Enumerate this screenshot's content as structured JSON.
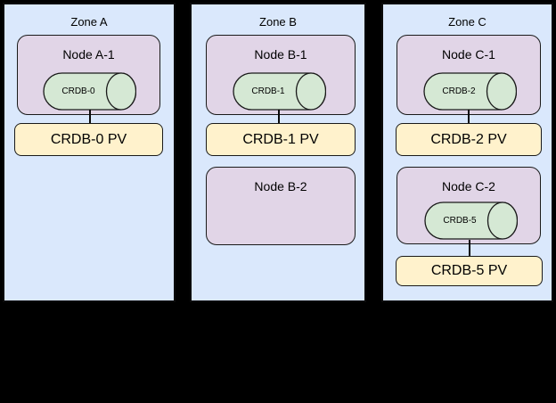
{
  "colors": {
    "background": "#000000",
    "zone_fill": "#dae8fc",
    "node_fill": "#e1d5e7",
    "db_fill": "#d5e8d4",
    "pv_fill": "#fff2cc",
    "stroke": "#000000"
  },
  "zones": [
    {
      "title": "Zone A",
      "node1": {
        "title": "Node A-1",
        "db": "CRDB-0"
      },
      "pv1": "CRDB-0 PV"
    },
    {
      "title": "Zone B",
      "node1": {
        "title": "Node B-1",
        "db": "CRDB-1"
      },
      "pv1": "CRDB-1 PV",
      "node2": {
        "title": "Node B-2"
      }
    },
    {
      "title": "Zone C",
      "node1": {
        "title": "Node C-1",
        "db": "CRDB-2"
      },
      "pv1": "CRDB-2 PV",
      "node2": {
        "title": "Node C-2",
        "db": "CRDB-5"
      },
      "pv2": "CRDB-5 PV"
    }
  ]
}
